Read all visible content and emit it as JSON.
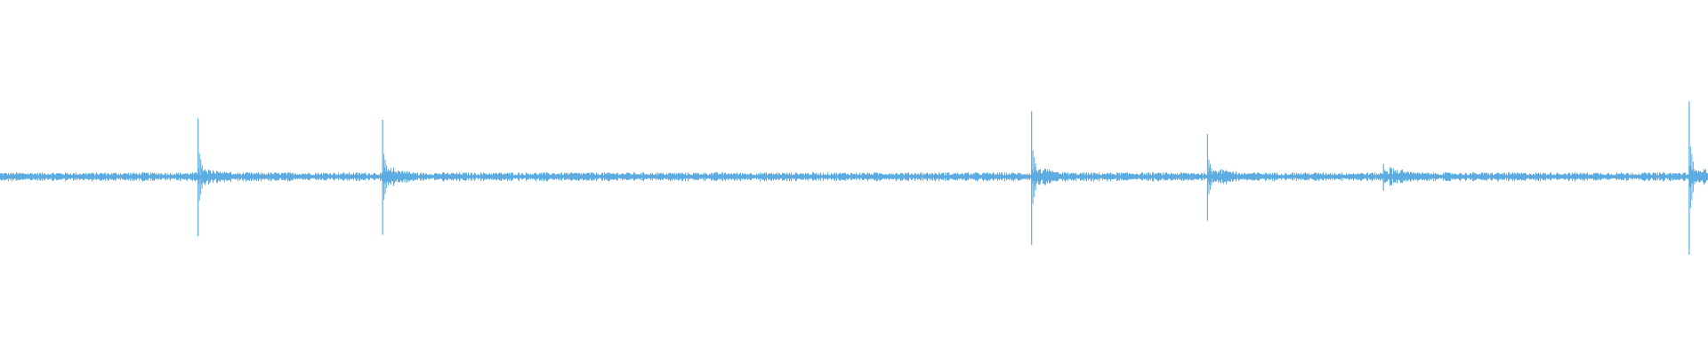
{
  "waveform": {
    "color": "#5dade2",
    "background": "#ffffff",
    "baseline_amplitude": 0.03,
    "transients": [
      {
        "t": 0.116,
        "peak": 0.41,
        "trough": 0.42
      },
      {
        "t": 0.224,
        "peak": 0.4,
        "trough": 0.41
      },
      {
        "t": 0.604,
        "peak": 0.46,
        "trough": 0.48
      },
      {
        "t": 0.707,
        "peak": 0.3,
        "trough": 0.31
      },
      {
        "t": 0.81,
        "peak": 0.09,
        "trough": 0.1
      },
      {
        "t": 0.989,
        "peak": 0.53,
        "trough": 0.55
      }
    ]
  }
}
